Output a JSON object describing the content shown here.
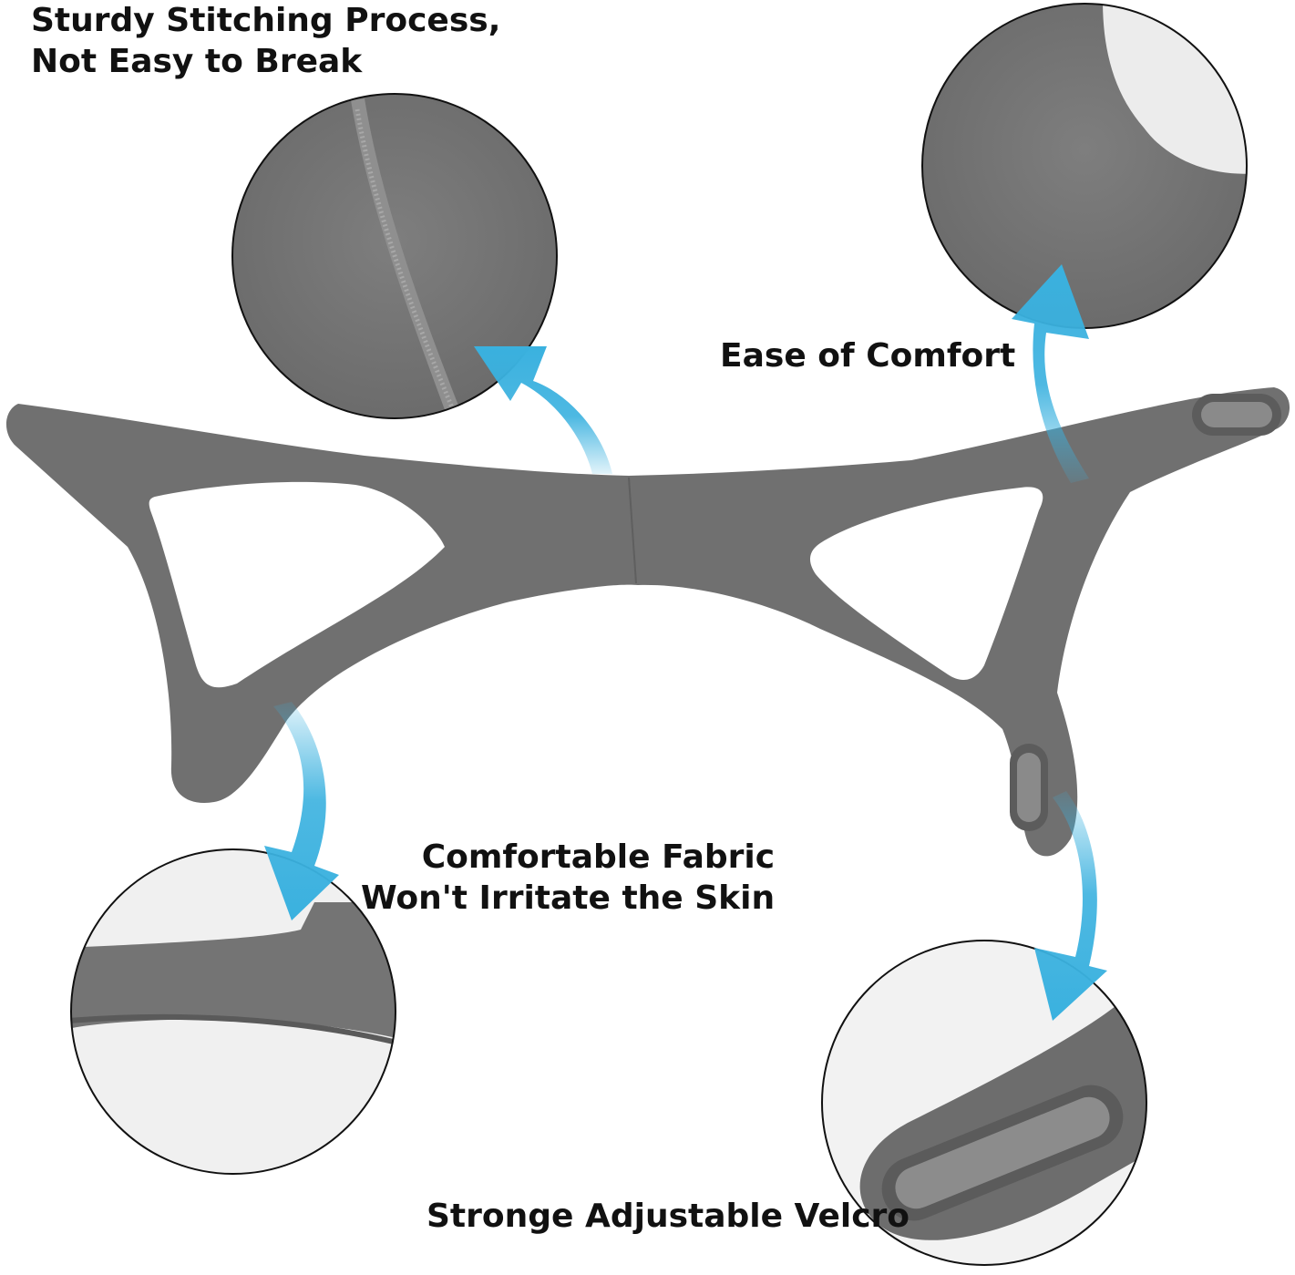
{
  "labels": {
    "stitching": [
      "Sturdy Stitching Process,",
      "Not Easy to Break"
    ],
    "comfort": "Ease of Comfort",
    "fabric": [
      "Comfortable Fabric",
      "Won't Irritate the Skin"
    ],
    "velcro": "Stronge Adjustable Velcro"
  },
  "colors": {
    "fabric_gray": "#6f6f6f",
    "fabric_dark": "#5a5a5a",
    "arrow_blue": "#3ab1df",
    "background": "#ffffff",
    "text": "#111111"
  },
  "icons": [
    "arrow-icon"
  ]
}
